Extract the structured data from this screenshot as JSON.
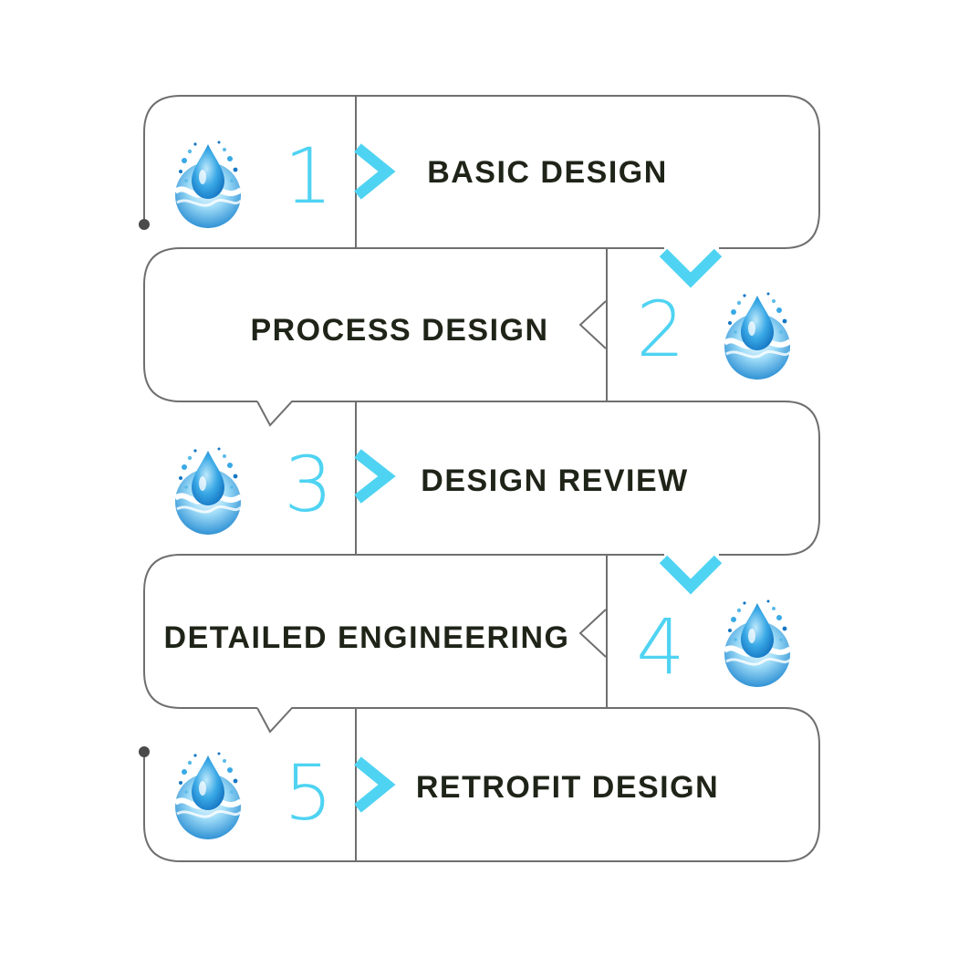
{
  "steps": [
    {
      "number": "1",
      "label": "BASIC DESIGN",
      "icon": "water-drop-icon"
    },
    {
      "number": "2",
      "label": "PROCESS DESIGN",
      "icon": "water-drop-icon"
    },
    {
      "number": "3",
      "label": "DESIGN REVIEW",
      "icon": "water-drop-icon"
    },
    {
      "number": "4",
      "label": "DETAILED ENGINEERING",
      "icon": "water-drop-icon"
    },
    {
      "number": "5",
      "label": "RETROFIT DESIGN",
      "icon": "water-drop-icon"
    }
  ],
  "colors": {
    "accent": "#4fd3f2",
    "outline": "#6f6f6f",
    "text": "#1f2418",
    "drop_dark": "#1c8fd6",
    "drop_light": "#8fd4f7"
  }
}
